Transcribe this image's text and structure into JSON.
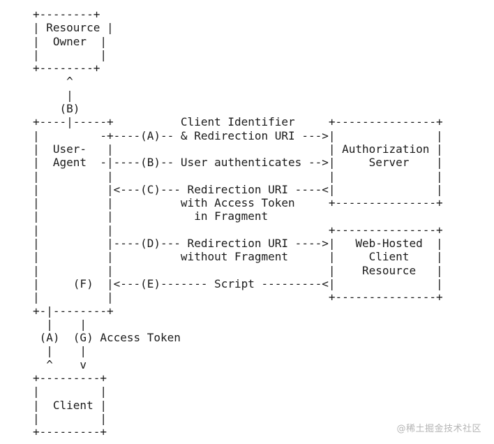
{
  "diagram": {
    "lines": [
      "+--------+",
      "| Resource |",
      "|  Owner  |",
      "|         |",
      "+--------+",
      "     ^",
      "     |",
      "    (B)",
      "+----|-----+          Client Identifier     +---------------+",
      "|         -+----(A)-- & Redirection URI --->|               |",
      "|  User-   |                                | Authorization |",
      "|  Agent  -|----(B)-- User authenticates -->|     Server    |",
      "|          |                                |               |",
      "|          |<---(C)--- Redirection URI ----<|               |",
      "|          |          with Access Token     +---------------+",
      "|          |            in Fragment",
      "|          |                                +---------------+",
      "|          |----(D)--- Redirection URI ---->|   Web-Hosted  |",
      "|          |          without Fragment      |     Client    |",
      "|          |                                |    Resource   |",
      "|     (F)  |<---(E)------- Script ---------<|               |",
      "|          |                                +---------------+",
      "+-|--------+",
      "  |    |",
      " (A)  (G) Access Token",
      "  |    |",
      "  ^    v",
      "+---------+",
      "|         |",
      "|  Client |",
      "|         |",
      "+---------+"
    ]
  },
  "watermark": "@稀土掘金技术社区"
}
